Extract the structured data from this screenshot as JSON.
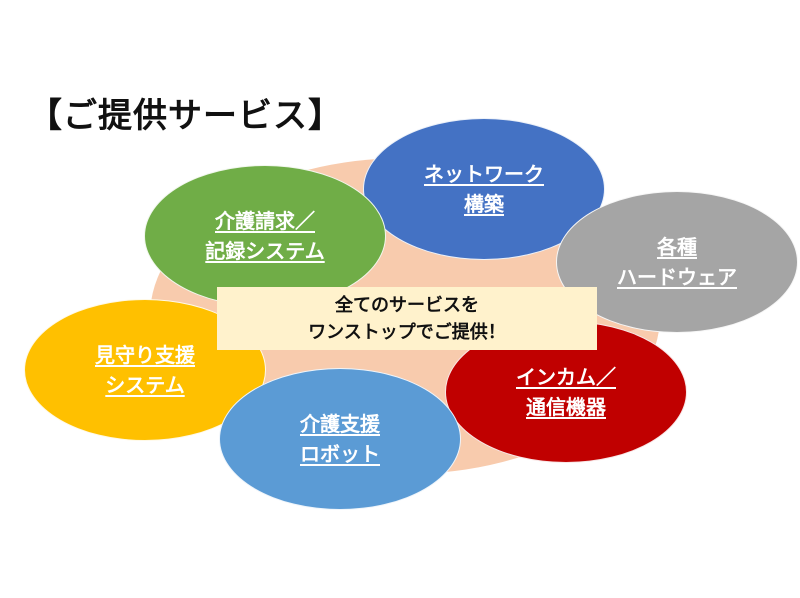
{
  "title": "【ご提供サービス】",
  "center": {
    "line1": "全てのサービスを",
    "line2": "ワンストップでご提供！"
  },
  "services": [
    {
      "id": "network",
      "lines": [
        "ネットワーク",
        "構築"
      ],
      "color": "#4472c4"
    },
    {
      "id": "billing",
      "lines": [
        "介護請求／",
        "記録システム"
      ],
      "color": "#70ad47"
    },
    {
      "id": "hardware",
      "lines": [
        "各種",
        "ハードウェア"
      ],
      "color": "#a5a5a5"
    },
    {
      "id": "watch",
      "lines": [
        "見守り支援",
        "システム"
      ],
      "color": "#ffc000"
    },
    {
      "id": "intercom",
      "lines": [
        "インカム／",
        "通信機器"
      ],
      "color": "#c00000"
    },
    {
      "id": "robot",
      "lines": [
        "介護支援",
        "ロボット"
      ],
      "color": "#5b9bd5"
    }
  ],
  "backdrop_color": "#f8cbad",
  "center_box_color": "#fff2cc"
}
